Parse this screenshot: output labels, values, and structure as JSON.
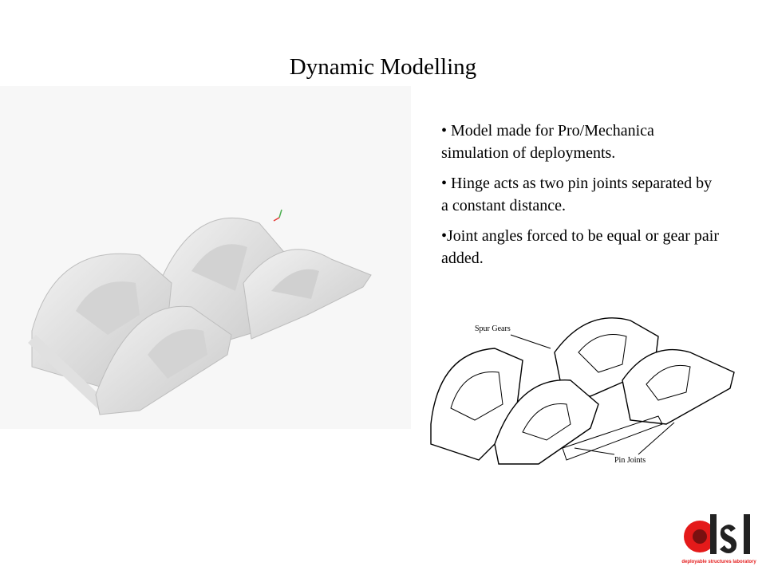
{
  "slide": {
    "title": "Dynamic Modelling",
    "bullets": [
      "• Model made for Pro/Mechanica simulation of deployments.",
      "• Hinge acts as two pin joints separated by a constant distance.",
      "•Joint angles forced to be equal or gear pair added."
    ]
  },
  "diagram": {
    "spur_gears_label": "Spur Gears",
    "pin_joints_label": "Pin Joints"
  },
  "logo": {
    "text": "dsl",
    "caption": "deployable structures laboratory",
    "color": "#e41a1a"
  }
}
